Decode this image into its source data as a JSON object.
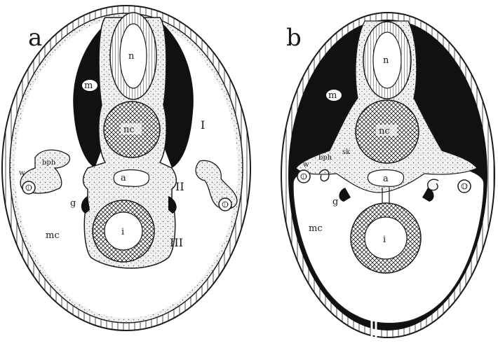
{
  "panels": [
    {
      "id": "a",
      "letter": "a",
      "labels": {
        "n": "n",
        "m": "m",
        "nc": "nc",
        "I": "I",
        "bph": "bph",
        "w": "w",
        "a": "a",
        "II": "II",
        "g": "g",
        "mc": "mc",
        "i": "i",
        "III": "III"
      }
    },
    {
      "id": "b",
      "letter": "b",
      "labels": {
        "n": "n",
        "m": "m",
        "nc": "nc",
        "w": "w",
        "bph": "bph",
        "sk": "sk",
        "a": "a",
        "g": "g",
        "mc": "mc",
        "i": "i"
      }
    }
  ],
  "colors": {
    "ink": "#1a1a1a",
    "paper": "#ffffff",
    "stipple": "#e4e4e4"
  }
}
